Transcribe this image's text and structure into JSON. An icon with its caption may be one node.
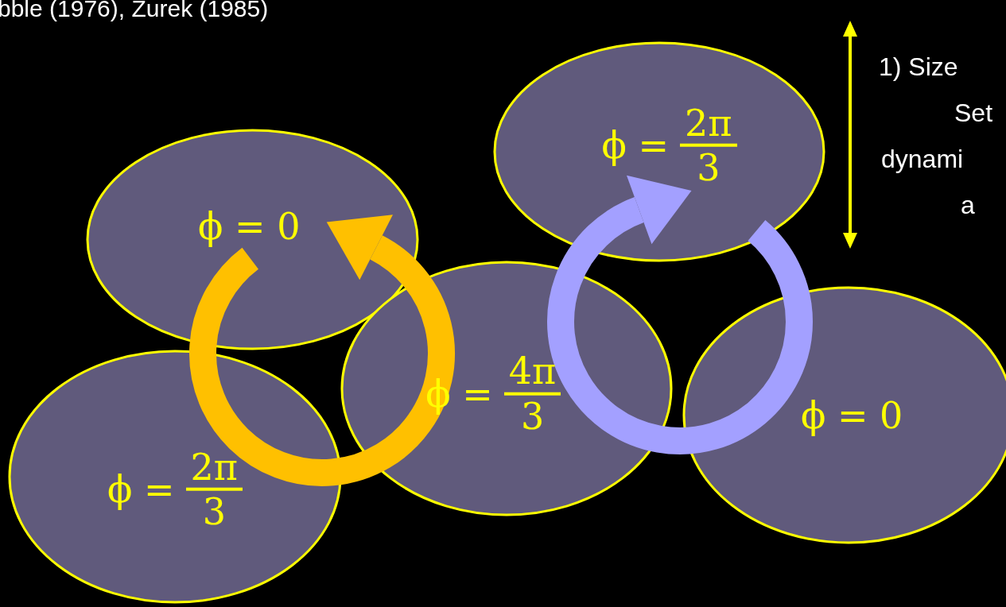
{
  "diagram": {
    "nodes": [
      {
        "text": [
          "ϕ = 0"
        ]
      },
      {
        "text": [
          "ϕ =",
          "2π",
          "3"
        ]
      },
      {
        "text": [
          "ϕ =",
          "4π",
          "3"
        ]
      },
      {
        "text": [
          "ϕ =",
          "2π",
          "3"
        ]
      },
      {
        "text": [
          "ϕ = 0"
        ]
      }
    ],
    "edges": [],
    "labels": [
      "bble (1976), Zurek (1985)",
      "1) Size",
      "Set",
      "dynami",
      "a"
    ]
  }
}
